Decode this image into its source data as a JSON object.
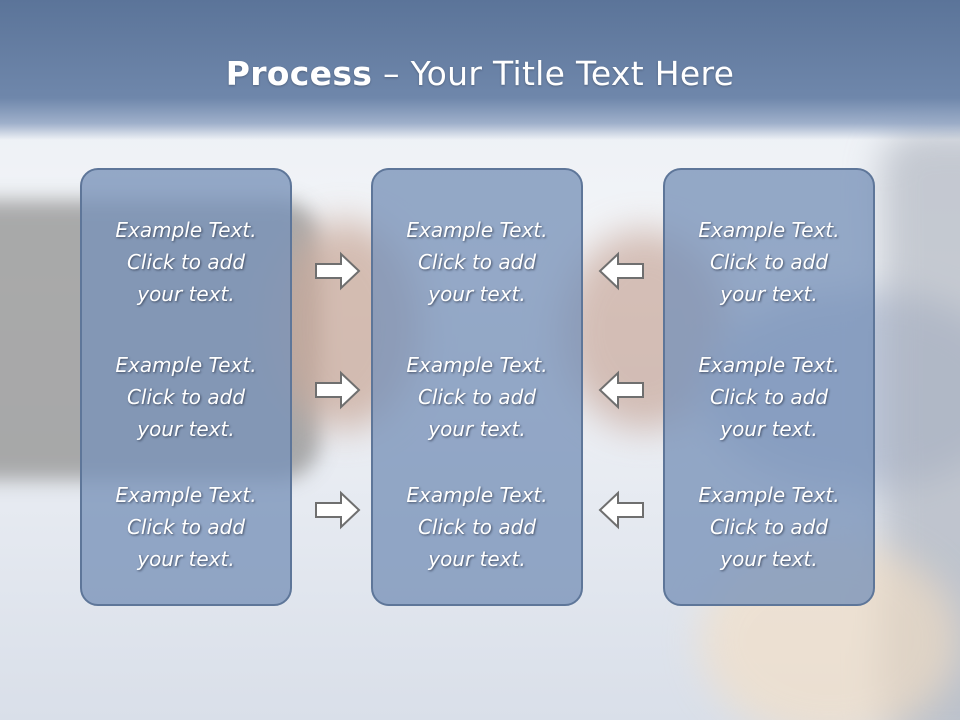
{
  "title": {
    "bold": "Process",
    "rest": " – Your Title Text Here"
  },
  "columns": [
    {
      "items": [
        [
          "Example Text.",
          "Click  to add",
          "your text."
        ],
        [
          "Example Text.",
          "Click  to add",
          "your text."
        ],
        [
          "Example Text.",
          "Click  to add",
          "your text."
        ]
      ]
    },
    {
      "items": [
        [
          "Example Text.",
          "Click  to add",
          "your text."
        ],
        [
          "Example Text.",
          "Click  to add",
          "your text."
        ],
        [
          "Example Text.",
          "Click  to add",
          "your text."
        ]
      ]
    },
    {
      "items": [
        [
          "Example Text.",
          "Click  to add",
          "your text."
        ],
        [
          "Example Text.",
          "Click  to add",
          "your text."
        ],
        [
          "Example Text.",
          "Click  to add",
          "your text."
        ]
      ]
    }
  ],
  "arrows": {
    "left_group": "arrow-right-icon",
    "right_group": "arrow-left-icon"
  },
  "colors": {
    "title_band": "#6f87ab",
    "box_fill": "#7892b8",
    "box_border": "#5e7699",
    "text": "#ffffff"
  }
}
